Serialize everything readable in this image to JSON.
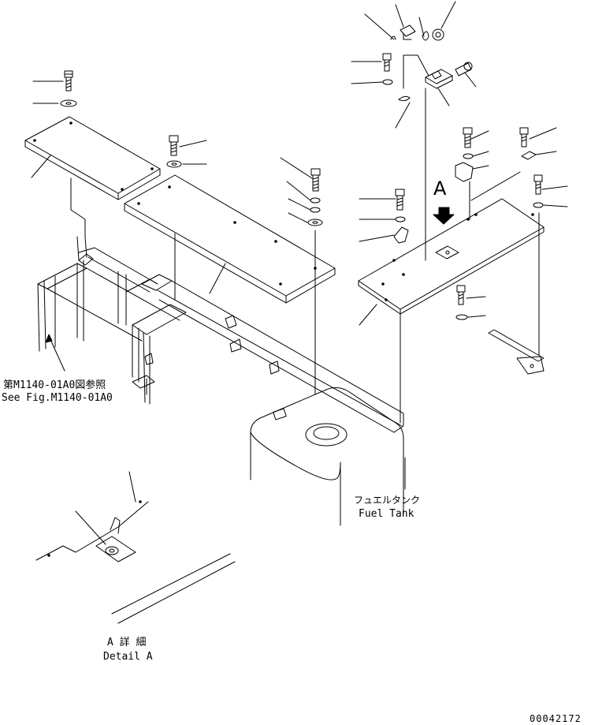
{
  "labels": {
    "see_fig_jp": "第M1140-01A0図参照",
    "see_fig_en": "See Fig.M1140-01A0",
    "fuel_tank_jp": "フュエルタンク",
    "fuel_tank_en": "Fuel Tank",
    "view_letter": "A",
    "detail_jp": "A 詳 細",
    "detail_en": "Detail A",
    "drawing_number": "00042172"
  },
  "colors": {
    "line": "#000000",
    "background": "#ffffff"
  }
}
